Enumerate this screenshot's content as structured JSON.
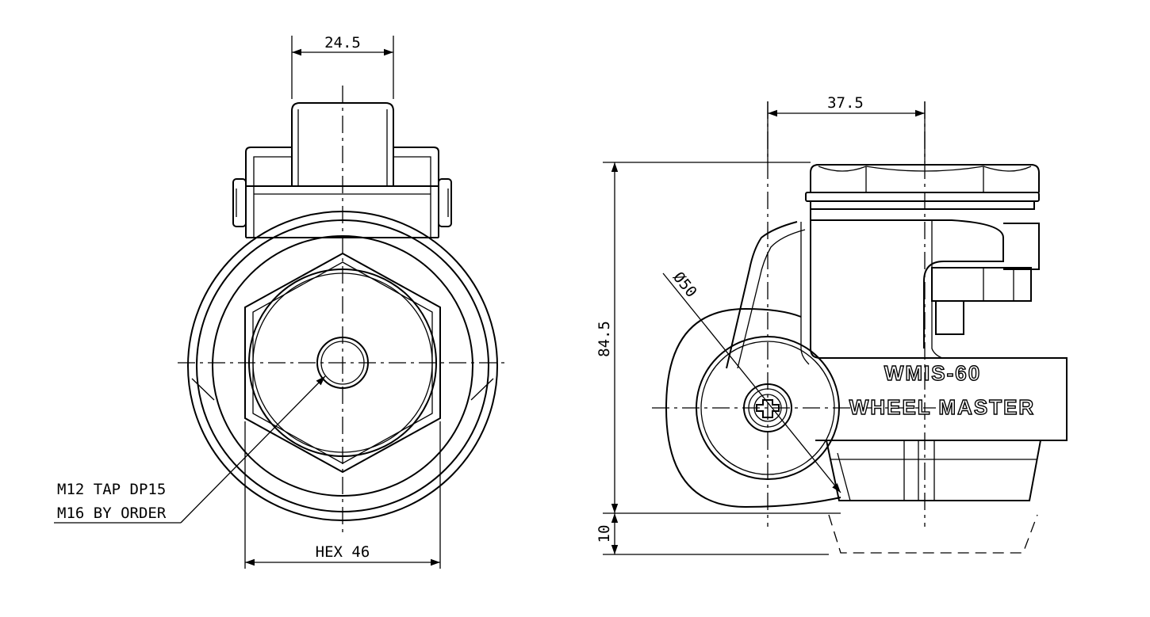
{
  "front_view": {
    "dim_top_width": "24.5",
    "dim_hex": "HEX 46",
    "note_line1": "M12 TAP DP15",
    "note_line2": "M16 BY ORDER"
  },
  "side_view": {
    "dim_offset": "37.5",
    "dim_height": "84.5",
    "dim_pad": "10",
    "dim_wheel_dia": "Ø50",
    "brand_line1": "WMIS-60",
    "brand_line2": "WHEEL MASTER"
  }
}
